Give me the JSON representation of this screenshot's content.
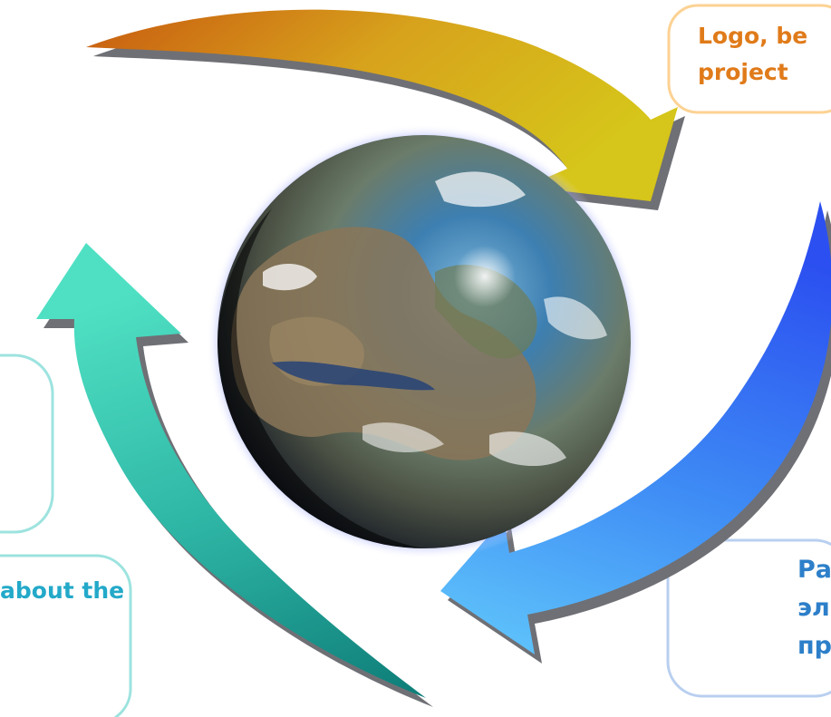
{
  "colors": {
    "orange_text": "#e07b1a",
    "blue_text": "#2d7fc9",
    "cyan_text": "#23a9c9",
    "orange_box": "#fcd293",
    "blue_box": "#b9cff0",
    "teal_box": "#9de3df"
  },
  "cycle": {
    "top_right": {
      "lines": [
        "Logo, be",
        "project"
      ]
    },
    "bottom_right": {
      "lines": [
        "Ра",
        "эл",
        "пр"
      ]
    },
    "bottom_left": {
      "lines": [
        "about the"
      ]
    }
  },
  "icons": {
    "center": "earth-planet",
    "arrows": [
      "orange-curved-arrow",
      "blue-curved-arrow",
      "teal-curved-arrow"
    ]
  }
}
